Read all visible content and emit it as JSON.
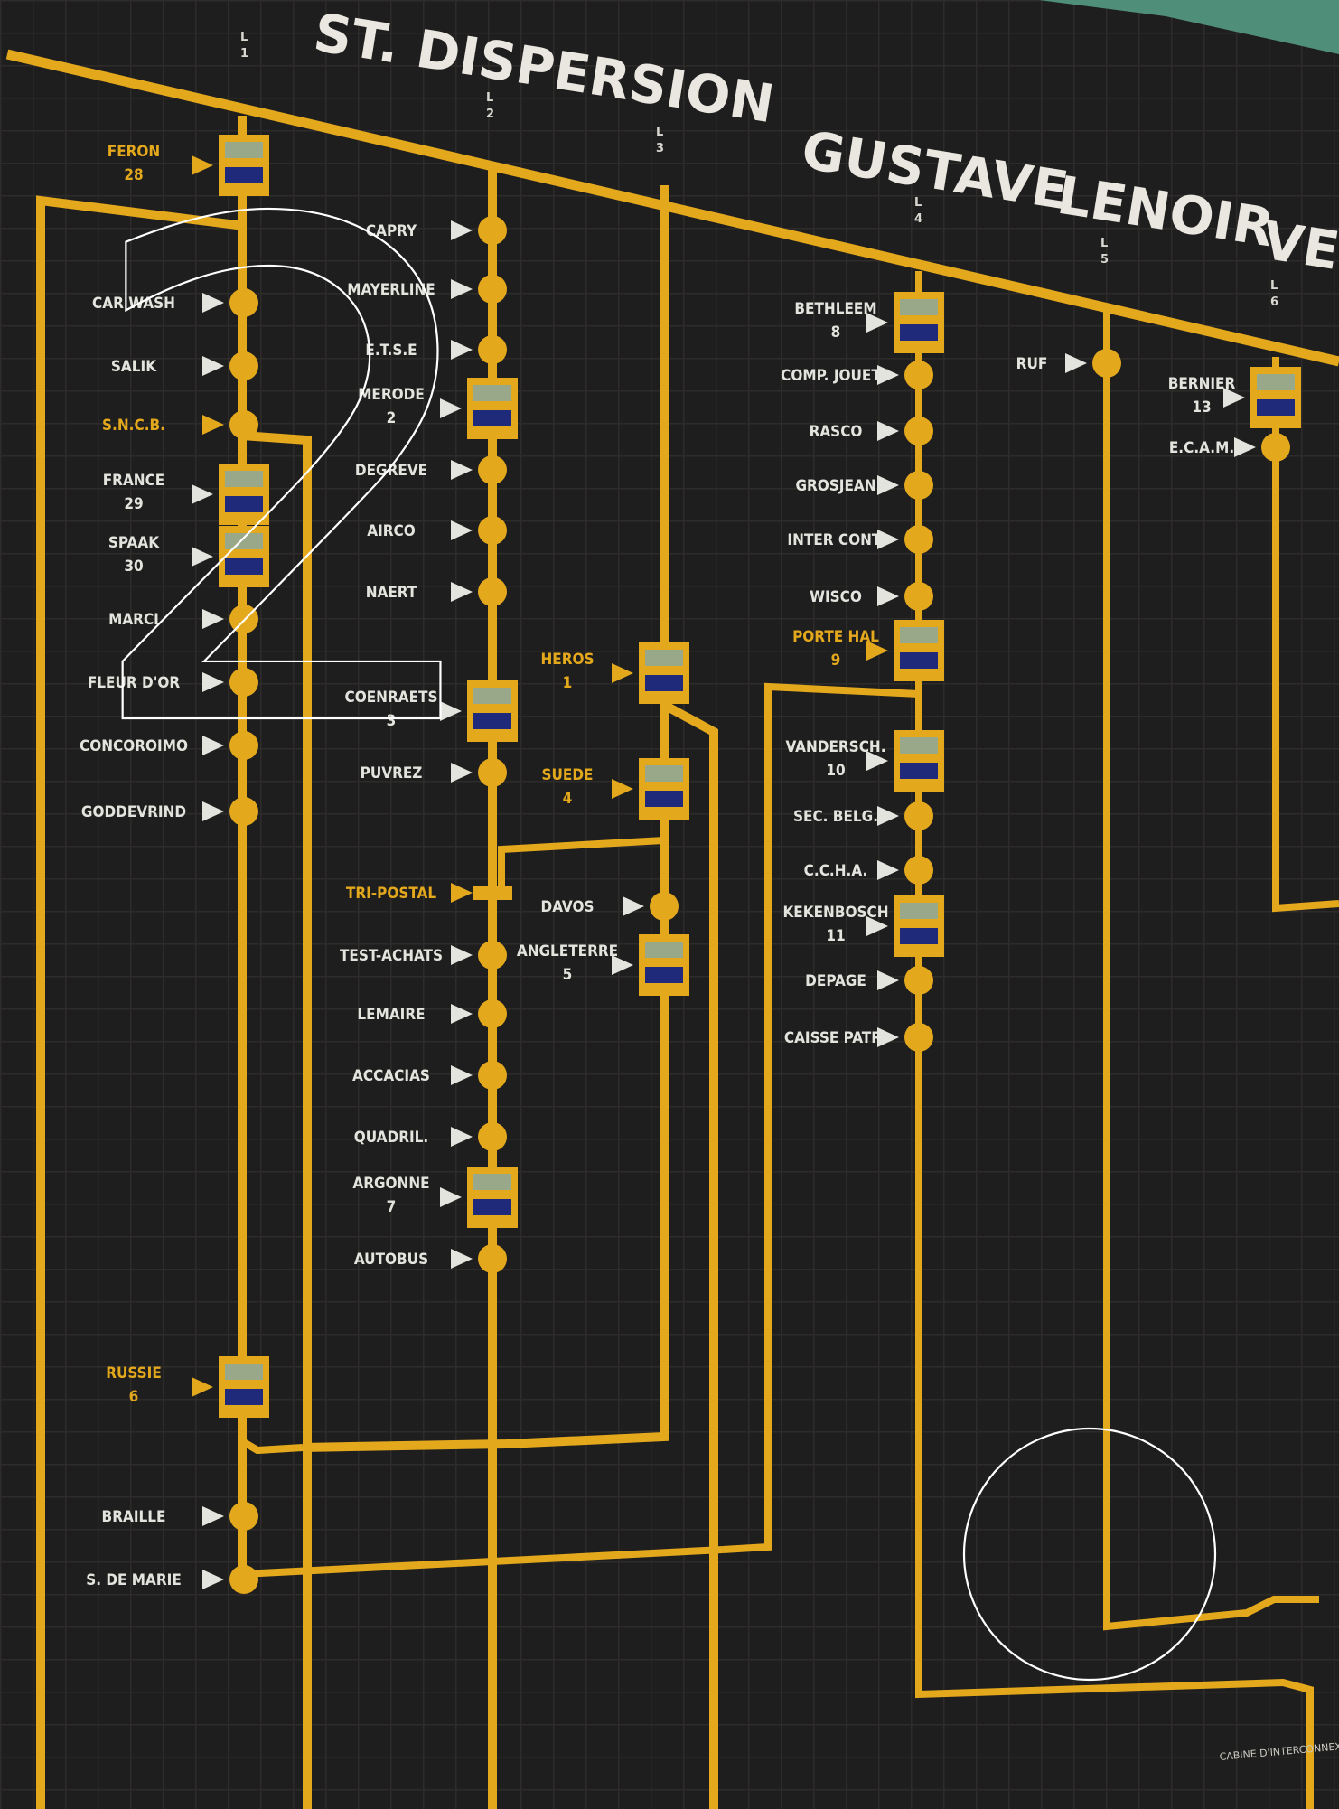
{
  "title_words": [
    "ST. DISPERSION",
    "GUSTAVE",
    "LENOIR",
    "VERI"
  ],
  "line_numbers": [
    "L\n1",
    "L\n2",
    "L\n3",
    "L\n4",
    "L\n5",
    "L\n6"
  ],
  "overlay_digit": "2",
  "colors": {
    "board": "#1f1e1e",
    "grid": "#2b2a29",
    "track": "#e3a81c",
    "label_white": "#e4e4de",
    "label_yellow": "#e3a81c",
    "station_green": "#9aa88a",
    "station_blue": "#1f2a7a",
    "frame_green": "#4f8f7a"
  },
  "column_1": {
    "stations": [
      {
        "name": "FERON",
        "num": "28",
        "yellow": true
      },
      {
        "name": "CAR WASH",
        "num": "",
        "yellow": false
      },
      {
        "name": "SALIK",
        "num": "",
        "yellow": false
      },
      {
        "name": "S.N.C.B.",
        "num": "",
        "yellow": true
      },
      {
        "name": "FRANCE",
        "num": "29",
        "yellow": false
      },
      {
        "name": "SPAAK",
        "num": "30",
        "yellow": false
      },
      {
        "name": "MARCI",
        "num": "",
        "yellow": false
      },
      {
        "name": "FLEUR D'OR",
        "num": "",
        "yellow": false
      },
      {
        "name": "CONCOROIMO",
        "num": "",
        "yellow": false
      },
      {
        "name": "GODDEVRIND",
        "num": "",
        "yellow": false
      },
      {
        "name": "RUSSIE",
        "num": "6",
        "yellow": true
      },
      {
        "name": "BRAILLE",
        "num": "",
        "yellow": false
      },
      {
        "name": "S. DE MARIE",
        "num": "",
        "yellow": false
      }
    ]
  },
  "column_2": {
    "stations": [
      {
        "name": "CAPRY",
        "num": ""
      },
      {
        "name": "MAYERLINE",
        "num": ""
      },
      {
        "name": "E.T.S.E",
        "num": ""
      },
      {
        "name": "MERODE",
        "num": "2"
      },
      {
        "name": "DEGREVE",
        "num": ""
      },
      {
        "name": "AIRCO",
        "num": ""
      },
      {
        "name": "NAERT",
        "num": ""
      },
      {
        "name": "COENRAETS",
        "num": "3"
      },
      {
        "name": "PUVREZ",
        "num": ""
      },
      {
        "name": "TRI-POSTAL",
        "num": "",
        "yellow": true
      },
      {
        "name": "TEST-ACHATS",
        "num": ""
      },
      {
        "name": "LEMAIRE",
        "num": ""
      },
      {
        "name": "ACCACIAS",
        "num": ""
      },
      {
        "name": "QUADRIL.",
        "num": ""
      },
      {
        "name": "ARGONNE",
        "num": "7"
      },
      {
        "name": "AUTOBUS",
        "num": ""
      }
    ]
  },
  "column_3": {
    "stations": [
      {
        "name": "HEROS",
        "num": "1",
        "yellow": true
      },
      {
        "name": "SUEDE",
        "num": "4",
        "yellow": true
      },
      {
        "name": "DAVOS",
        "num": ""
      },
      {
        "name": "ANGLETERRE",
        "num": "5"
      }
    ]
  },
  "column_4": {
    "stations": [
      {
        "name": "BETHLEEM",
        "num": "8"
      },
      {
        "name": "COMP. JOUETS",
        "num": ""
      },
      {
        "name": "RASCO",
        "num": ""
      },
      {
        "name": "GROSJEAN",
        "num": ""
      },
      {
        "name": "INTER CONT.",
        "num": ""
      },
      {
        "name": "WISCO",
        "num": ""
      },
      {
        "name": "PORTE HAL",
        "num": "9",
        "yellow": true
      },
      {
        "name": "VANDERSCH.",
        "num": "10"
      },
      {
        "name": "SEC. BELG.",
        "num": ""
      },
      {
        "name": "C.C.H.A.",
        "num": ""
      },
      {
        "name": "KEKENBOSCH",
        "num": "11"
      },
      {
        "name": "DEPAGE",
        "num": ""
      },
      {
        "name": "CAISSE PATR.",
        "num": ""
      }
    ]
  },
  "column_5": {
    "stations": [
      {
        "name": "RUF",
        "num": ""
      }
    ]
  },
  "column_6": {
    "stations": [
      {
        "name": "BERNIER",
        "num": "13"
      },
      {
        "name": "E.C.A.M.",
        "num": ""
      }
    ]
  },
  "footer_text": "CABINE D'INTERCONNEXION"
}
